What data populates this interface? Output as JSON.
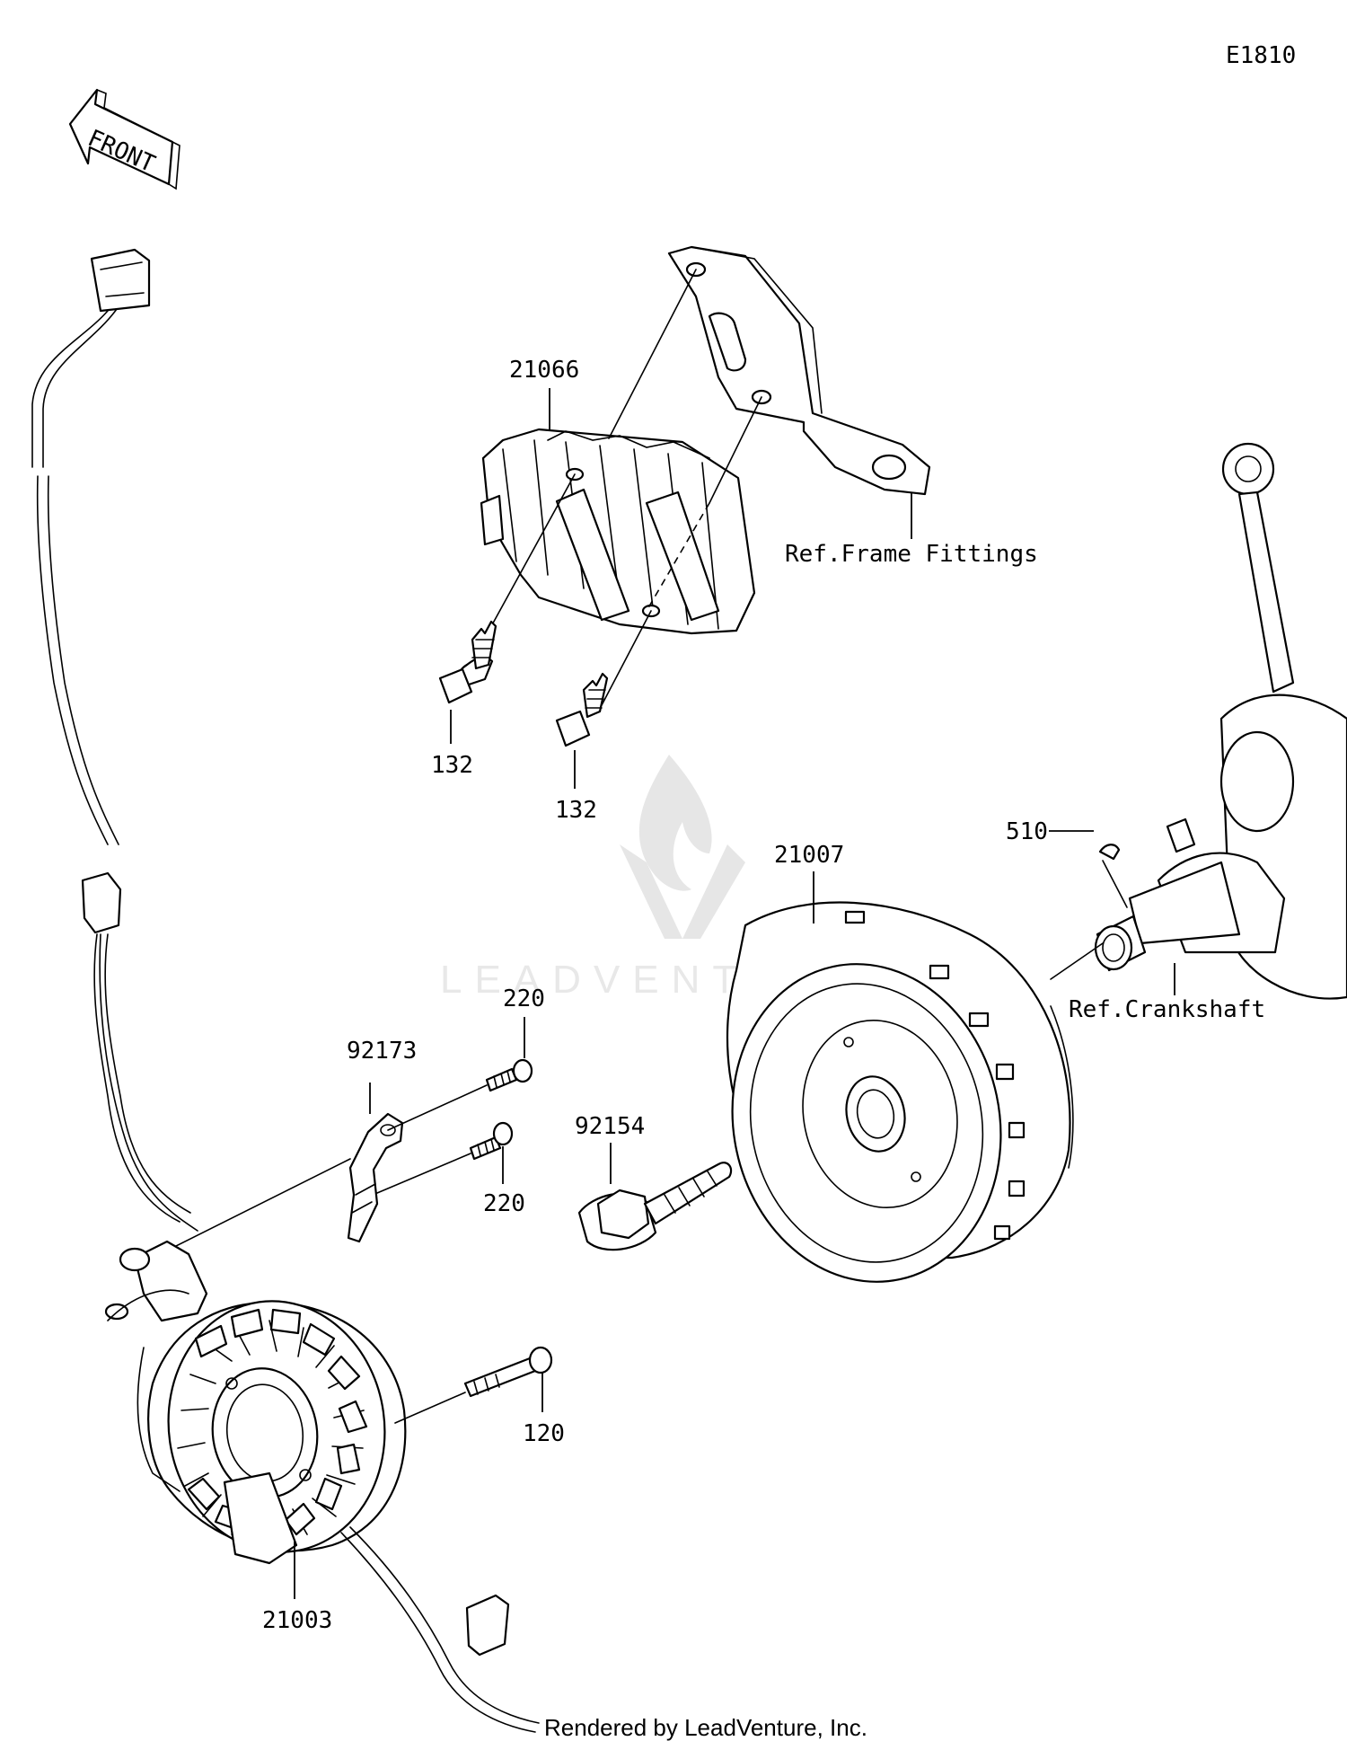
{
  "diagram_code": "E1810",
  "front_marker": "FRONT",
  "watermark": "LEADVENTURE",
  "footer": "Rendered by LeadVenture, Inc.",
  "callouts": {
    "regulator": "21066",
    "bolt_left": "132",
    "bolt_right": "132",
    "frame_ref": "Ref.Frame Fittings",
    "rotor": "21007",
    "key": "510",
    "crank_ref": "Ref.Crankshaft",
    "screw_top": "220",
    "clamp": "92173",
    "screw_bottom": "220",
    "rotor_bolt": "92154",
    "stator_bolt": "120",
    "stator": "21003"
  }
}
